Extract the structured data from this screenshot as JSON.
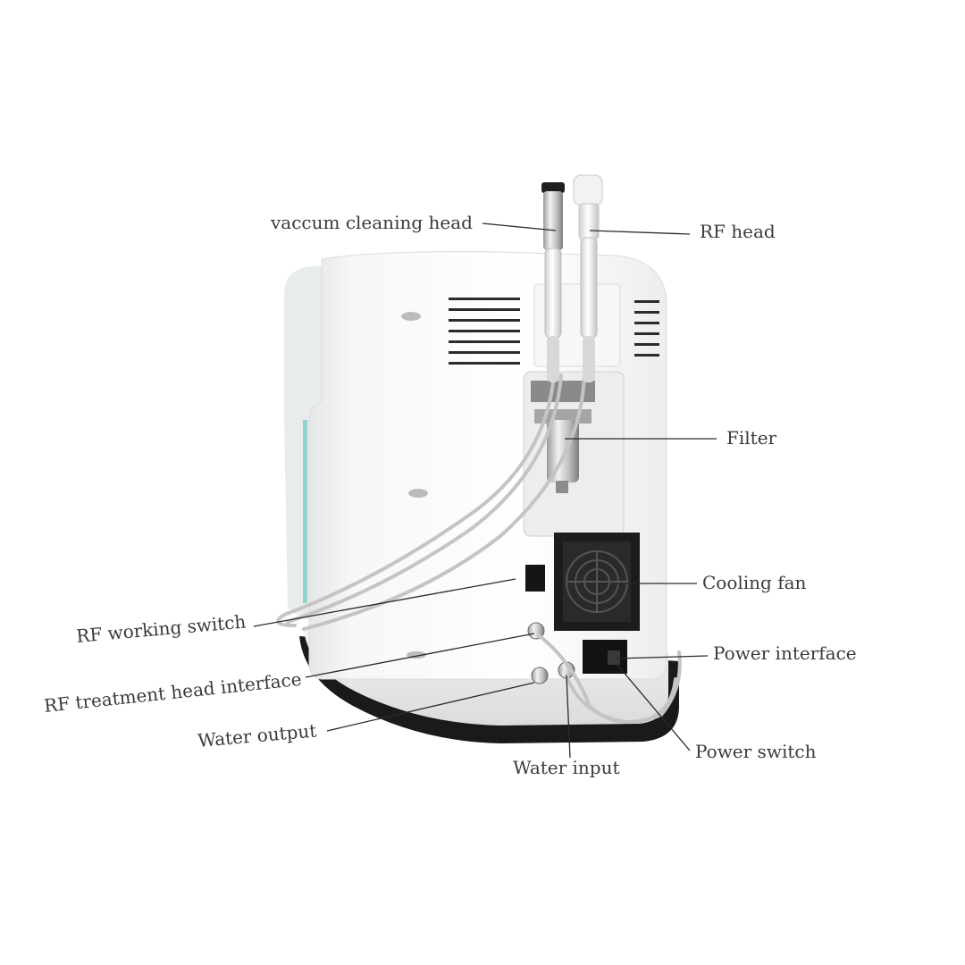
{
  "diagram": {
    "labels": {
      "vaccum_cleaning_head": "vaccum cleaning head",
      "rf_head": "RF head",
      "filter": "Filter",
      "cooling_fan": "Cooling fan",
      "power_interface": "Power interface",
      "rf_working_switch": "RF working switch",
      "rf_treatment_head_interface": "RF treatment head interface",
      "water_output": "Water output",
      "power_switch": "Power switch",
      "water_input": "Water input"
    }
  }
}
